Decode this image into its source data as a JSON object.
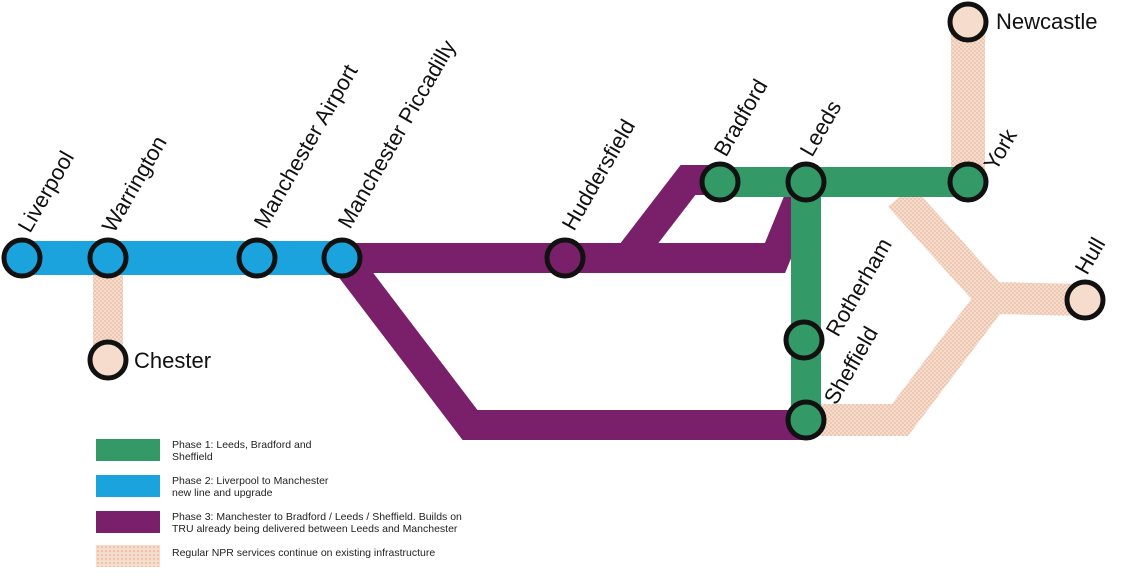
{
  "colors": {
    "phase1": "#339966",
    "phase2": "#1aa3dc",
    "phase3": "#7a1f6a",
    "existing": "#f3d4c2",
    "station_stroke": "#111111"
  },
  "stations": {
    "liverpool": "Liverpool",
    "warrington": "Warrington",
    "chester": "Chester",
    "manchester_airport": "Manchester Airport",
    "manchester_piccadilly": "Manchester Piccadilly",
    "huddersfield": "Huddersfield",
    "bradford": "Bradford",
    "leeds": "Leeds",
    "york": "York",
    "newcastle": "Newcastle",
    "hull": "Hull",
    "rotherham": "Rotherham",
    "sheffield": "Sheffield"
  },
  "legend": [
    {
      "key": "phase1",
      "icon": "solid-swatch",
      "text": "Phase 1: Leeds, Bradford and\nSheffield"
    },
    {
      "key": "phase2",
      "icon": "solid-swatch",
      "text": "Phase 2: Liverpool to Manchester\nnew line and upgrade"
    },
    {
      "key": "phase3",
      "icon": "solid-swatch",
      "text": "Phase 3: Manchester to Bradford / Leeds / Sheffield. Builds on\nTRU already being delivered between Leeds and Manchester"
    },
    {
      "key": "existing",
      "icon": "dotted-swatch",
      "text": "Regular NPR services continue on existing infrastructure"
    }
  ]
}
